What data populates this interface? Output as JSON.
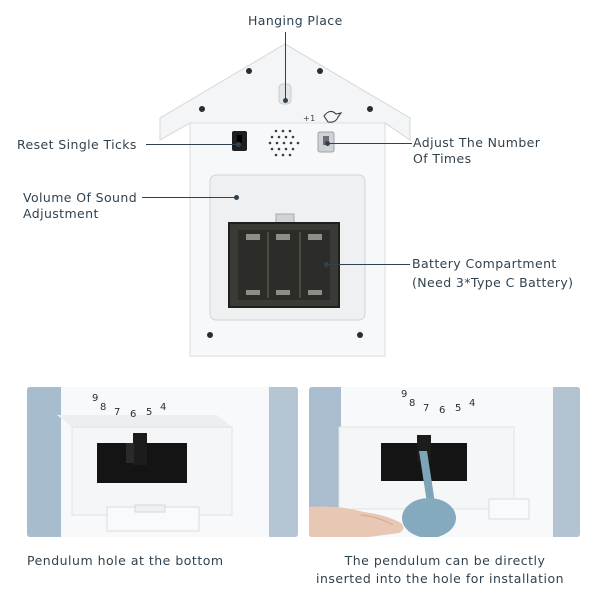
{
  "labels": {
    "hanging_place": "Hanging Place",
    "reset_single_ticks": "Reset Single Ticks",
    "adjust_line1": "Adjust The Number",
    "adjust_line2": "Of Times",
    "volume_line1": "Volume Of Sound",
    "volume_line2": "Adjustment",
    "battery_line1": "Battery Compartment",
    "battery_line2": "(Need 3*Type C Battery)"
  },
  "panel_left": {
    "caption": "Pendulum hole at the bottom",
    "dial_numbers": [
      "9",
      "8",
      "7",
      "6",
      "5",
      "4"
    ]
  },
  "panel_right": {
    "caption_line1": "The pendulum can be directly",
    "caption_line2": "inserted into the hole for installation",
    "dial_numbers": [
      "9",
      "8",
      "7",
      "6",
      "5",
      "4"
    ]
  },
  "clock_switch_text": "+1",
  "colors": {
    "text": "#31424f",
    "clock_white": "#f6f7f8",
    "panel_bg": "#a9bccd",
    "pendulum": "#7ea4b8",
    "battery": "#3a3a36"
  }
}
